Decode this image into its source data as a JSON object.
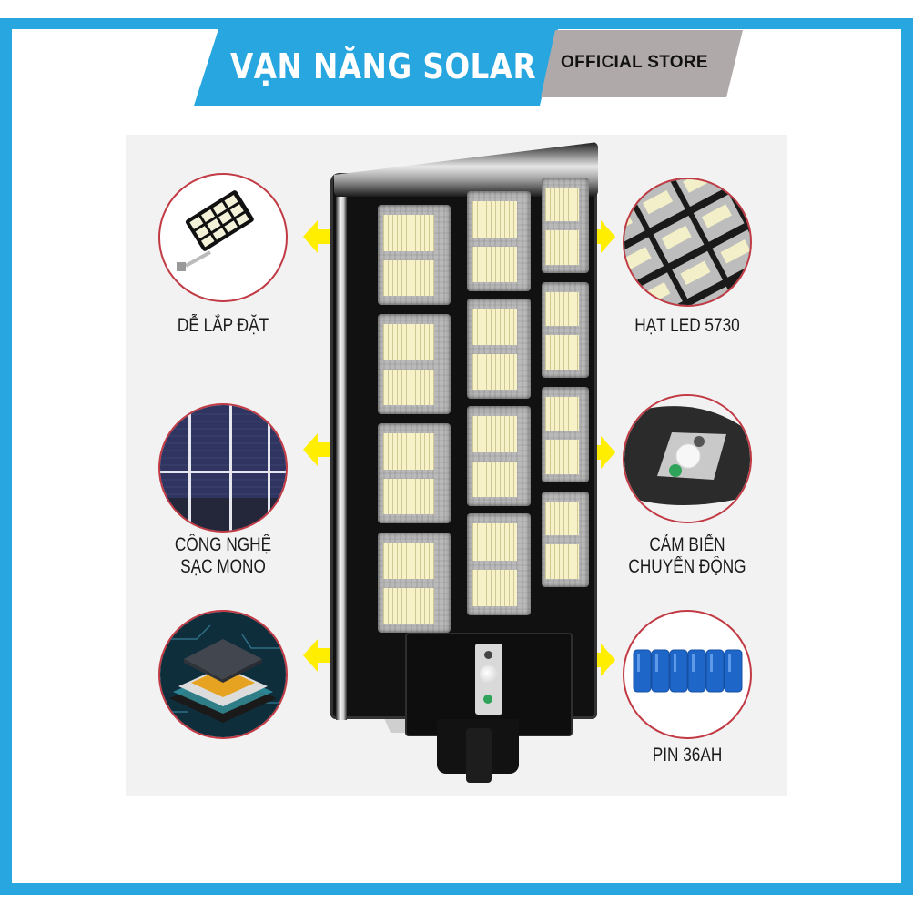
{
  "banner": {
    "brand": "VẠN NĂNG SOLAR",
    "tag": "OFFICIAL STORE",
    "brand_color": "#27a6df",
    "tag_color": "#b0a9a9"
  },
  "frame": {
    "border_color": "#27a6df",
    "panel_color": "#f2f2f2"
  },
  "features": {
    "left": [
      {
        "icon": "street-lamp-icon",
        "label_lines": [
          "DỄ LẮP ĐẶT"
        ]
      },
      {
        "icon": "solar-panel-icon",
        "label_lines": [
          "CÔNG NGHỆ",
          "SẠC MONO"
        ]
      },
      {
        "icon": "chip-icon",
        "label_lines": []
      }
    ],
    "right": [
      {
        "icon": "led-chip-icon",
        "label_lines": [
          "HẠT LED 5730"
        ]
      },
      {
        "icon": "motion-sensor-icon",
        "label_lines": [
          "CẢM BIẾN",
          "CHUYỂN ĐỘNG"
        ]
      },
      {
        "icon": "battery-icon",
        "label_lines": [
          "PIN 36AH"
        ]
      }
    ]
  },
  "colors": {
    "circle_border": "#c13a44",
    "arrow": "#ffee00",
    "label_text": "#1a1a1a"
  }
}
